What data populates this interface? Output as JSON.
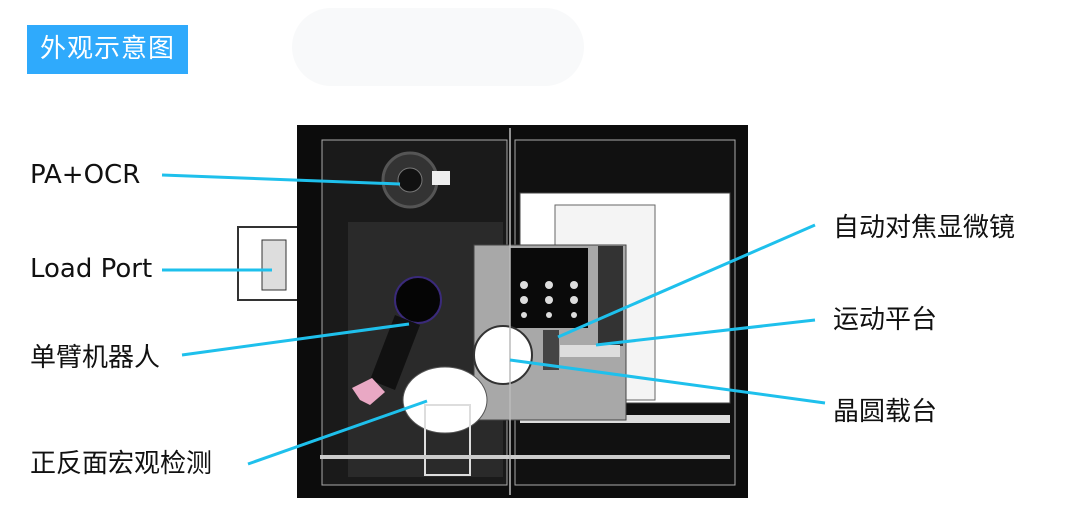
{
  "title": "外观示意图",
  "labels": {
    "pa_ocr": "PA+OCR",
    "load_port": "Load Port",
    "robot": "单臂机器人",
    "macro_inspection": "正反面宏观检测",
    "autofocus_microscope": "自动对焦显微镜",
    "motion_stage": "运动平台",
    "wafer_chuck": "晶圆载台"
  },
  "colors": {
    "accent": "#2faafc",
    "callout_line": "#1ec0ec"
  }
}
